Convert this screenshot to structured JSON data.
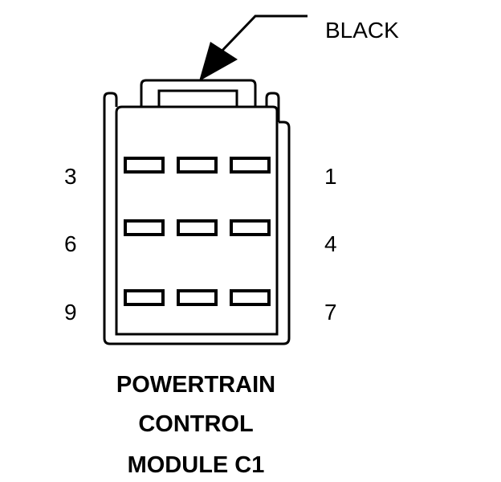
{
  "diagram": {
    "wire_color_label": "BLACK",
    "pin_labels": {
      "left_top": "3",
      "left_middle": "6",
      "left_bottom": "9",
      "right_top": "1",
      "right_middle": "4",
      "right_bottom": "7"
    },
    "title_lines": [
      "POWERTRAIN",
      "CONTROL",
      "MODULE C1"
    ],
    "line_color": "#000000",
    "background_color": "#ffffff"
  }
}
